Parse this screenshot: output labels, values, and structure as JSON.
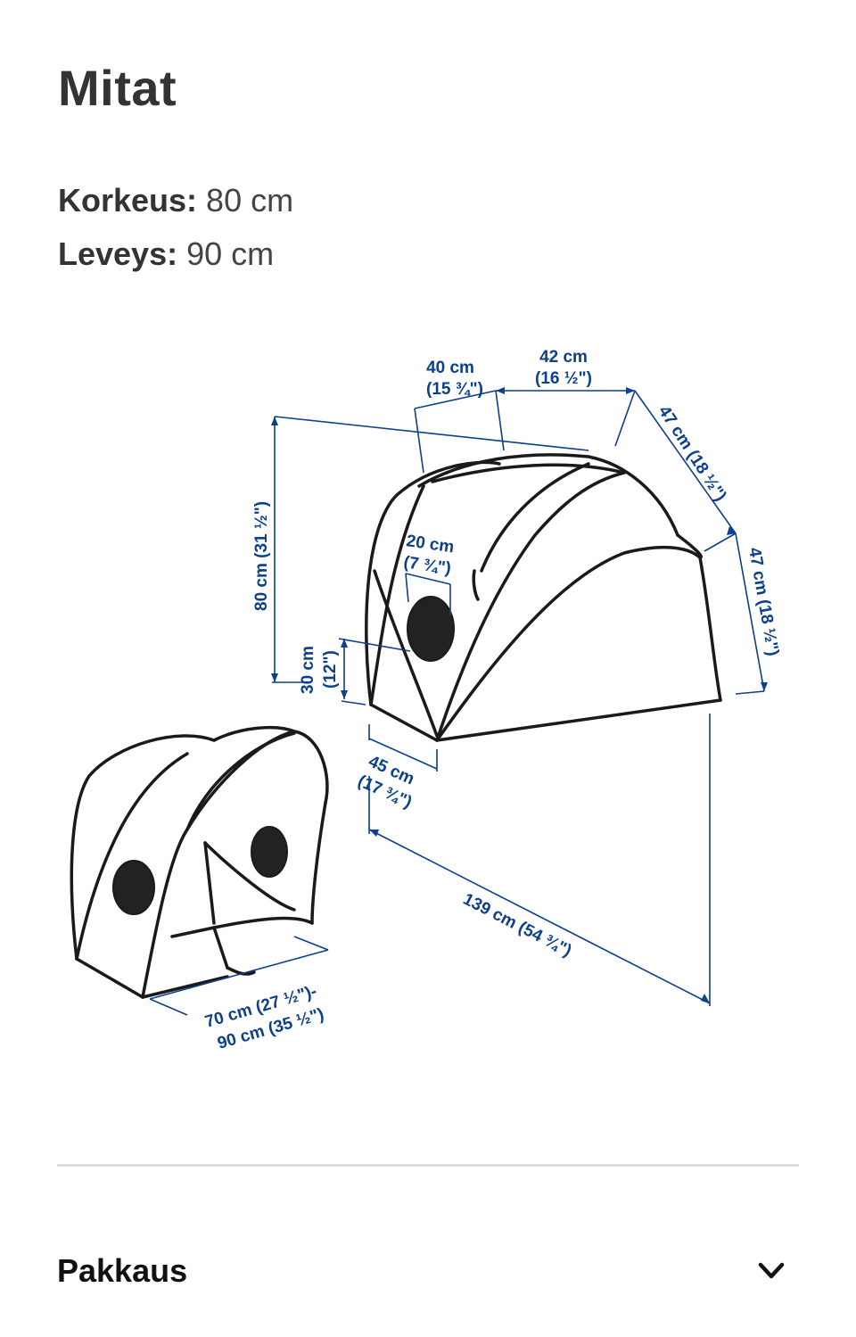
{
  "section": {
    "title": "Mitat",
    "height_label": "Korkeus:",
    "height_value": " 80 cm",
    "width_label": "Leveys:",
    "width_value": " 90 cm"
  },
  "diagram": {
    "colors": {
      "dimension": "#0c3f8c",
      "outline": "#1a1a1a"
    },
    "labels": {
      "top_40": "40 cm",
      "top_40_in": "(15 ¾\")",
      "top_42": "42 cm",
      "top_42_in": "(16 ½\")",
      "right_47a": "47 cm (18 ½\")",
      "right_47b": "47 cm (18 ½\")",
      "height_80": "80 cm (31 ½\")",
      "hole_20": "20 cm",
      "hole_20_in": "(7 ¾\")",
      "h30": "30 cm",
      "h30_in": "(12\")",
      "d45": "45 cm",
      "d45_in": "(17 ¾\")",
      "l139": "139 cm (54 ¾\")",
      "w70": "70 cm (27 ½\")-",
      "w90": "90 cm (35 ½\")"
    }
  },
  "packaging": {
    "label": "Pakkaus",
    "chevron_icon": "chevron-down-icon"
  }
}
